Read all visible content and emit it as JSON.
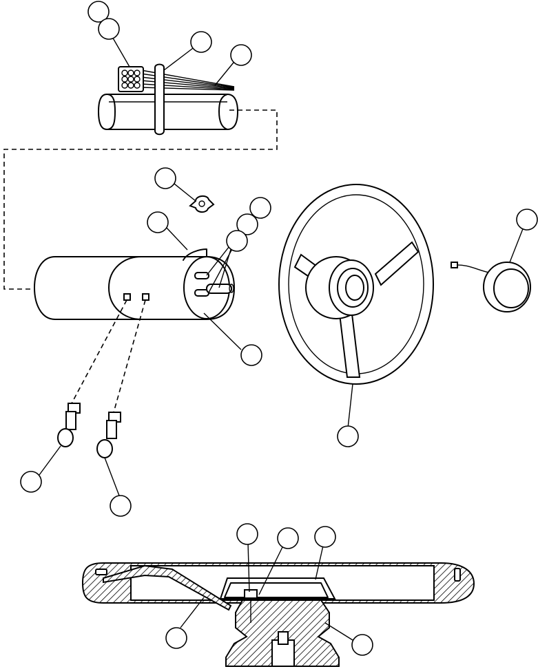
{
  "diagram": {
    "kind": "exploded parts diagram",
    "callout_count": 21,
    "callouts_labeled": false,
    "line_color": "#000000",
    "background_color": "#ffffff",
    "parts": [
      "wiring-harness-connector",
      "harness-clip",
      "wire-bundle",
      "steering-column-tube",
      "retaining-clip",
      "steering-column-housing",
      "turn-signal-lever-pivot",
      "steering-shaft",
      "indicator-bulb",
      "bulb-socket",
      "steering-wheel",
      "horn-button",
      "horn-wire",
      "wheel-hub-cross-section",
      "hub-nut",
      "hub-cap"
    ]
  }
}
